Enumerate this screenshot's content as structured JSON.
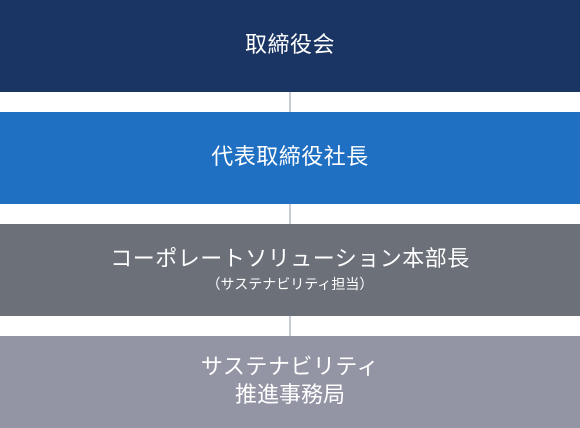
{
  "boxes": [
    {
      "label": "取締役会",
      "color": "#1a3563"
    },
    {
      "label": "代表取締役社長",
      "color": "#1f6fc2"
    },
    {
      "label": "コーポレートソリューション本部長",
      "sublabel": "（サステナビリティ担当）",
      "color": "#6b7079"
    },
    {
      "label": "サステナビリティ",
      "label_line2": "推進事務局",
      "color": "#9395a5"
    }
  ],
  "connector_color": "#c8ccd4"
}
